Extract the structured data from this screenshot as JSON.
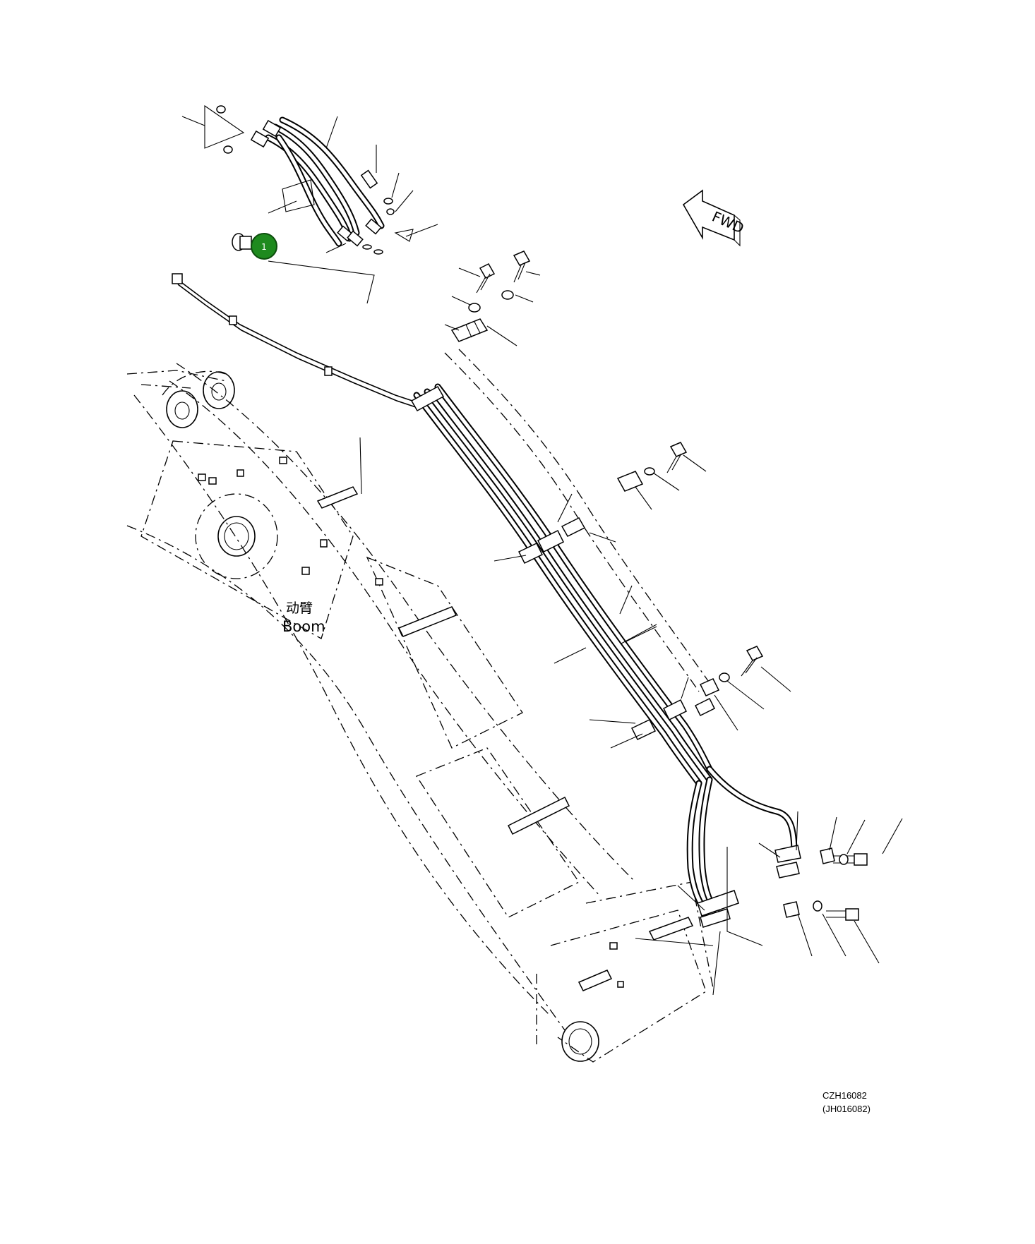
{
  "diagram": {
    "callout": {
      "number": "1",
      "color": "#1e8a1e"
    },
    "forward_label": "FWD",
    "boom_label_cn": "动臂",
    "boom_label_en": "Boom",
    "drawing_code": "CZH16082",
    "drawing_code_alt": "(JH016082)"
  }
}
